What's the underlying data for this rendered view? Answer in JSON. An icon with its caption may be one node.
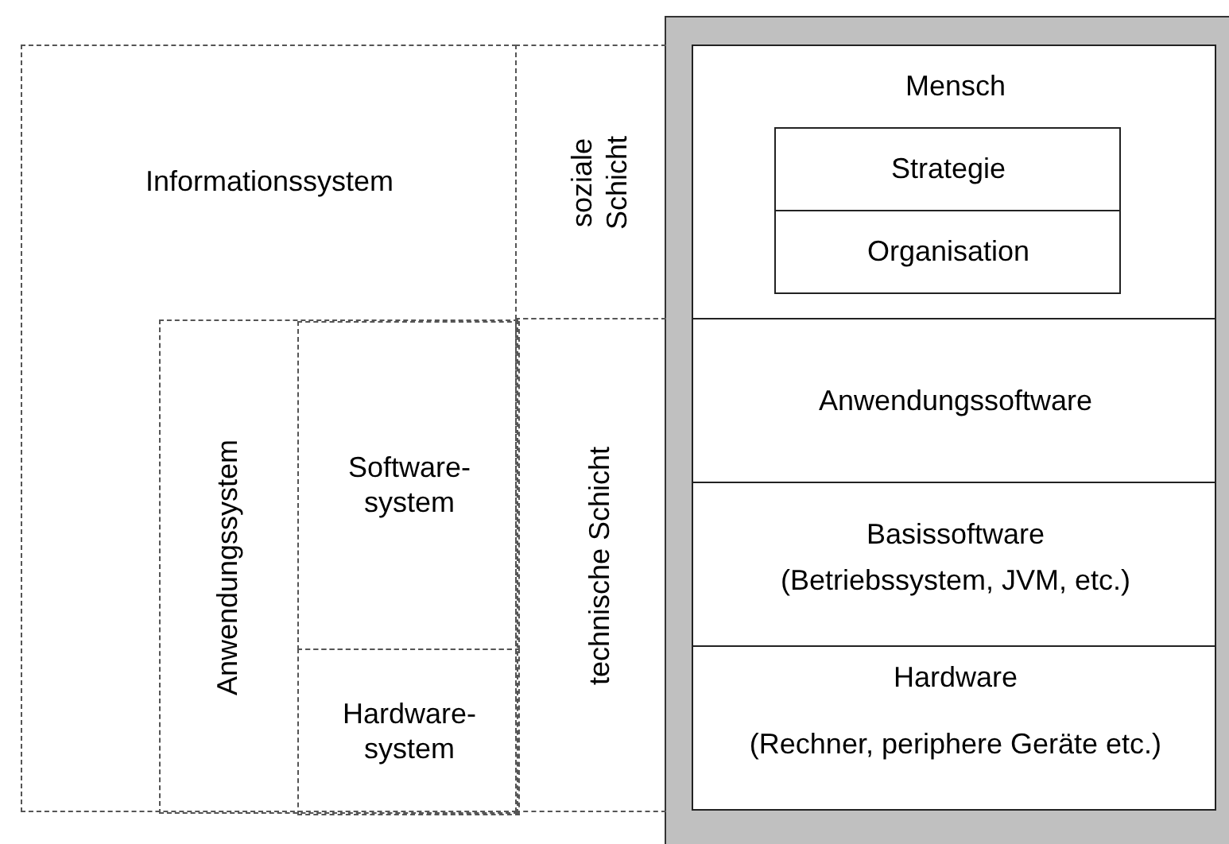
{
  "diagram": {
    "nodes": [
      {
        "text": [
          "Informationssystem"
        ]
      },
      {
        "text": [
          "Anwendungssystem"
        ],
        "in": 0
      },
      {
        "text": [
          "Software- system"
        ],
        "in": 1
      },
      {
        "text": [
          "Hardware- system"
        ],
        "in": 1
      },
      {
        "text": [
          "soziale Schicht"
        ]
      },
      {
        "text": [
          "technische Schicht"
        ]
      },
      {
        "text": [
          "Mensch"
        ]
      },
      {
        "text": [
          "Strategie"
        ],
        "in": 6
      },
      {
        "text": [
          "Organisation"
        ],
        "in": 6
      },
      {
        "text": [
          "Anwendungssoftware"
        ]
      },
      {
        "text": [
          "Basissoftware",
          "(Betriebssystem, JVM, etc.)"
        ]
      },
      {
        "text": [
          "Hardware",
          "(Rechner, periphere Geräte etc.)"
        ]
      }
    ],
    "edges": []
  }
}
